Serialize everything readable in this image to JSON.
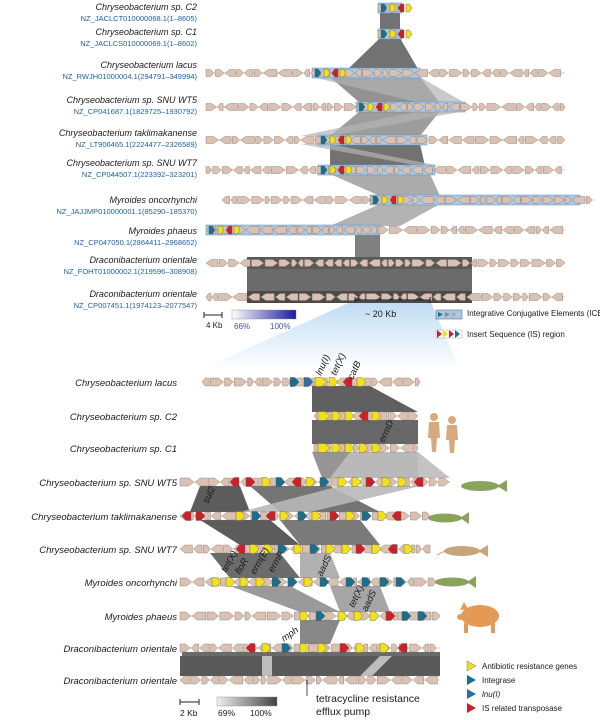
{
  "panel_top": {
    "genomes": [
      {
        "species": "Chryseobacterium sp. C2",
        "accession": "NZ_JACLCT010000068.1(1–8605)"
      },
      {
        "species": "Chryseobacterium sp. C1",
        "accession": "NZ_JACLCS010000069.1(1–8602)"
      },
      {
        "species": "Chryseobacterium lacus",
        "accession": "NZ_RWJH01000004.1(294791–349994)"
      },
      {
        "species": "Chryseobacterium sp. SNU WT5",
        "accession": "NZ_CP041687.1(1829725–1930792)"
      },
      {
        "species": "Chryseobacterium taklimakanense",
        "accession": "NZ_LT906465.1(2224477–2326589)"
      },
      {
        "species": "Chryseobacterium sp. SNU WT7",
        "accession": "NZ_CP044507.1(223392–323201)"
      },
      {
        "species": "Myroides oncorhynchi",
        "accession": "NZ_JAJJMP010000001.1(85290–185370)"
      },
      {
        "species": "Myroides phaeus",
        "accession": "NZ_CP047050.1(2864411–2968652)"
      },
      {
        "species": "Draconibacterium orientale",
        "accession": "NZ_FOHT01000002.1(219596–308908)"
      },
      {
        "species": "Draconibacterium orientale",
        "accession": "NZ_CP007451.1(1974123–2077547)"
      }
    ],
    "scale_bar": "4 Kb",
    "identity_min": "66%",
    "identity_max": "100%",
    "span_label": "~ 20 Kb",
    "legend": {
      "ice": "Integrative Conjugative Elements (ICE) region",
      "is": "Insert Sequence (IS) region"
    }
  },
  "panel_bottom": {
    "genomes": [
      "Chryseobacterium lacus",
      "Chryseobacterium sp. C2",
      "Chryseobacterium sp. C1",
      "Chryseobacterium sp. SNU WT5",
      "Chryseobacterium taklimakanense",
      "Chryseobacterium sp. SNU WT7",
      "Myroides oncorhynchi",
      "Myroides phaeus",
      "Draconibacterium orientale",
      "Draconibacterium orientale"
    ],
    "gene_labels": {
      "lnu": "lnu(I)",
      "tetx1": "tet(X)",
      "catb": "catB",
      "ermd": "ermD",
      "sul2": "sul2",
      "tetx2": "tet(X)",
      "flor": "floR",
      "erme": "erm(E)",
      "ermf": "ermF",
      "aads1": "aadS",
      "tetx3": "tet(X)",
      "aads2": "aadS",
      "mph": "mph"
    },
    "scale_bar": "2 Kb",
    "identity_min": "69%",
    "identity_max": "100%",
    "callout": [
      "tetracycline resistance",
      "efflux pump"
    ],
    "legend": [
      {
        "label": "Antibiotic resistance genes",
        "color": "#f2e01d"
      },
      {
        "label": "Integrase",
        "color": "#1a6f8f"
      },
      {
        "label": "lnu(I)",
        "color": "#2e6ea6"
      },
      {
        "label": "IS related transposase",
        "color": "#cc2127"
      }
    ],
    "hosts": [
      "human-icon",
      "fish-icon",
      "fish-icon",
      "catfish-icon",
      "fish-icon",
      "pig-icon"
    ]
  },
  "colors": {
    "gene_default": "#d9c2b4",
    "gene_edge": "#8a7060",
    "ice_region": "#a9c8e4",
    "homology_dark": "#595959",
    "homology_light": "#bdbdbd",
    "antibiotic": "#f2e01d",
    "integrase": "#1a6f8f",
    "transposase": "#cc2127"
  }
}
